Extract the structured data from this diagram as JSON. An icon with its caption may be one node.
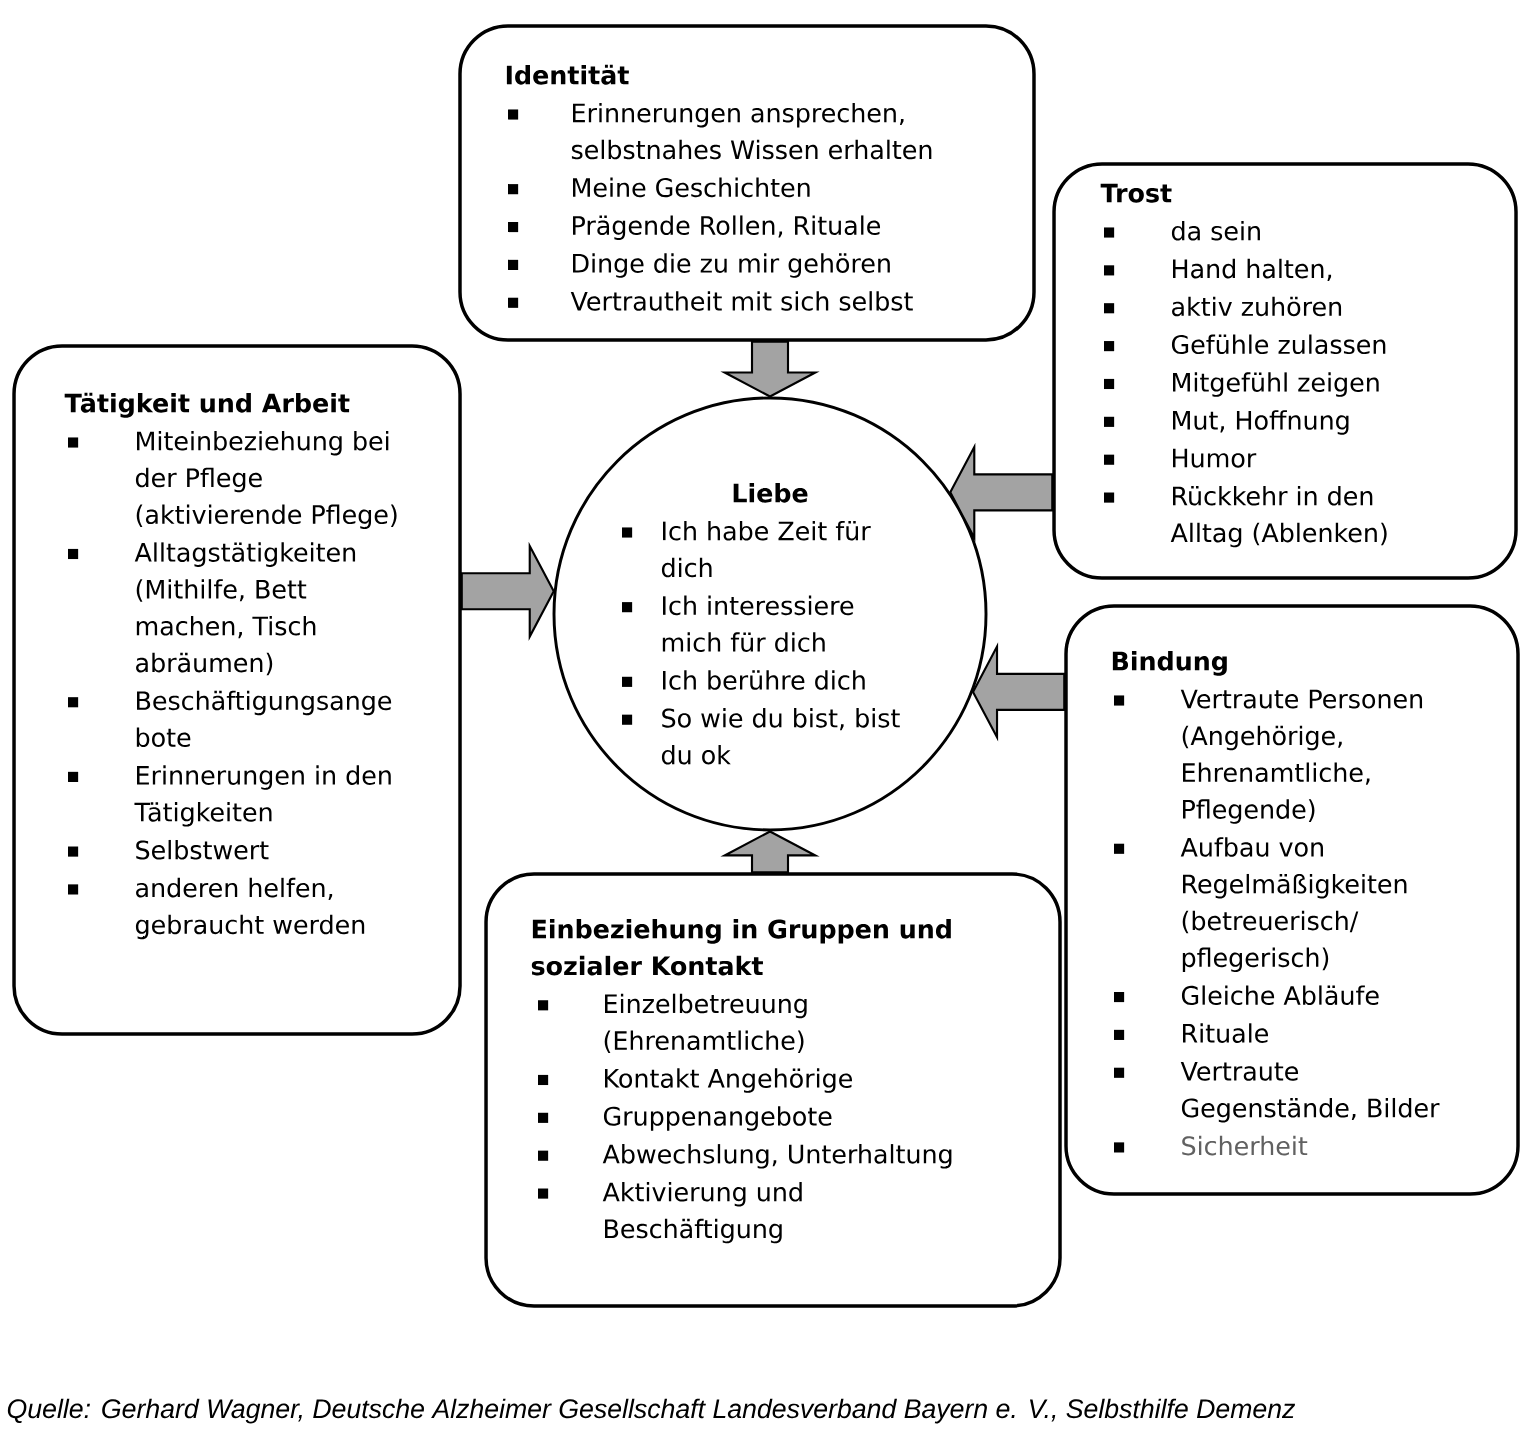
{
  "diagram": {
    "caption": "Quelle: Gerhard Wagner, Deutsche Alzheimer Gesellschaft Landesverband Bayern e. V., Selbsthilfe Demenz",
    "nodes": [
      {
        "text": [
          "Identität",
          "Erinnerungen ansprechen, selbstnahes Wissen erhalten",
          "Meine Geschichten",
          "Prägende Rollen, Rituale",
          "Dinge die zu mir gehören",
          "Vertrautheit mit sich selbst"
        ]
      },
      {
        "text": [
          "Trost",
          "da sein",
          "Hand halten,",
          "aktiv zuhören",
          "Gefühle zulassen",
          "Mitgefühl zeigen",
          "Mut, Hoffnung",
          "Humor",
          "Rückkehr in den Alltag (Ablenken)"
        ]
      },
      {
        "text": [
          "Tätigkeit und Arbeit",
          "Miteinbeziehung bei der Pflege (aktivierende Pflege)",
          "Alltagstätigkeiten (Mithilfe, Bett machen, Tisch abräumen)",
          "Beschäftigungsange bote",
          "Erinnerungen in den Tätigkeiten",
          "Selbstwert",
          "anderen helfen, gebraucht werden"
        ]
      },
      {
        "text": [
          "Liebe",
          "Ich habe Zeit für dich",
          "Ich interessiere mich für dich",
          "Ich berühre dich",
          "So wie du bist, bist du ok"
        ]
      },
      {
        "text": [
          "Bindung",
          "Vertraute Personen (Angehörige, Ehrenamtliche, Pflegende)",
          "Aufbau von Regelmäßigkeiten (betreuerisch/ pflegerisch)",
          "Gleiche Abläufe",
          "Rituale",
          "Vertraute Gegenstände, Bilder",
          "Sicherheit"
        ]
      },
      {
        "text": [
          "Einbeziehung in Gruppen und sozialer Kontakt",
          "Einzelbetreuung (Ehrenamtliche)",
          "Kontakt Angehörige",
          "Gruppenangebote",
          "Abwechslung, Unterhaltung",
          "Aktivierung und Beschäftigung"
        ]
      }
    ],
    "edges": [
      {
        "from": 0,
        "to": 3,
        "arrow": "to"
      },
      {
        "from": 1,
        "to": 3,
        "arrow": "to"
      },
      {
        "from": 2,
        "to": 3,
        "arrow": "to"
      },
      {
        "from": 4,
        "to": 3,
        "arrow": "to"
      },
      {
        "from": 5,
        "to": 3,
        "arrow": "to"
      }
    ]
  }
}
